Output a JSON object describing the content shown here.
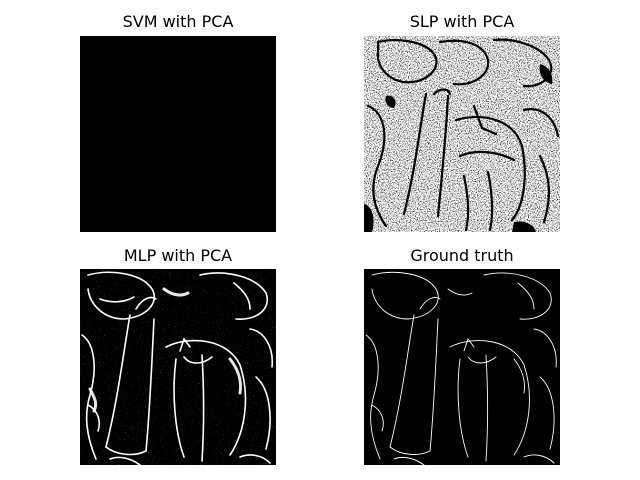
{
  "figure": {
    "panels": [
      {
        "title": "SVM with PCA"
      },
      {
        "title": "SLP with PCA"
      },
      {
        "title": "MLP with PCA"
      },
      {
        "title": "Ground truth"
      }
    ]
  },
  "colors": {
    "background": "#ffffff",
    "image_black": "#000000",
    "image_white": "#ffffff"
  }
}
